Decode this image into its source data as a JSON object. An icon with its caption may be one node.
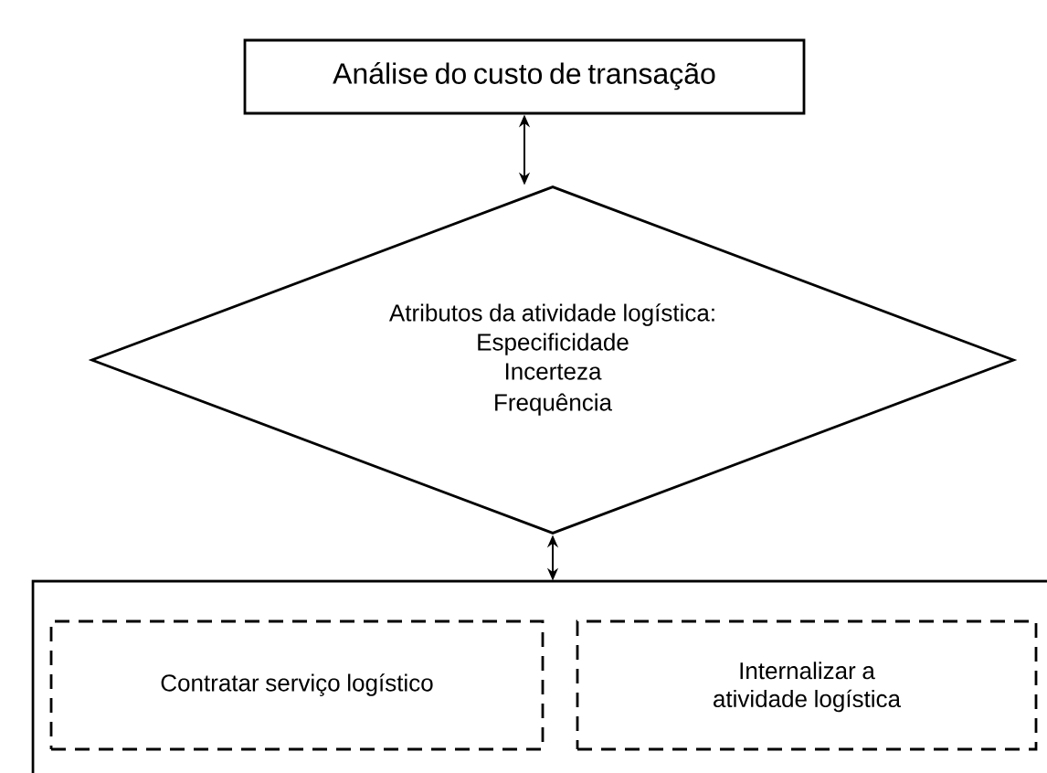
{
  "diagram": {
    "nodes": [
      {
        "text": [
          "Análise do custo de transação"
        ]
      },
      {
        "text": [
          "Atributos da atividade logística:",
          "Especificidade",
          "Incerteza",
          "Frequência"
        ]
      },
      {
        "text": [],
        "shape": "box"
      },
      {
        "text": [
          "Contratar serviço logístico"
        ],
        "in": 2
      },
      {
        "text": [
          "Internalizar a atividade logística"
        ],
        "in": 2
      }
    ],
    "edges": [
      {
        "from": 0,
        "to": 1,
        "arrow": "both"
      },
      {
        "from": 1,
        "to": 2,
        "arrow": "both"
      }
    ]
  }
}
